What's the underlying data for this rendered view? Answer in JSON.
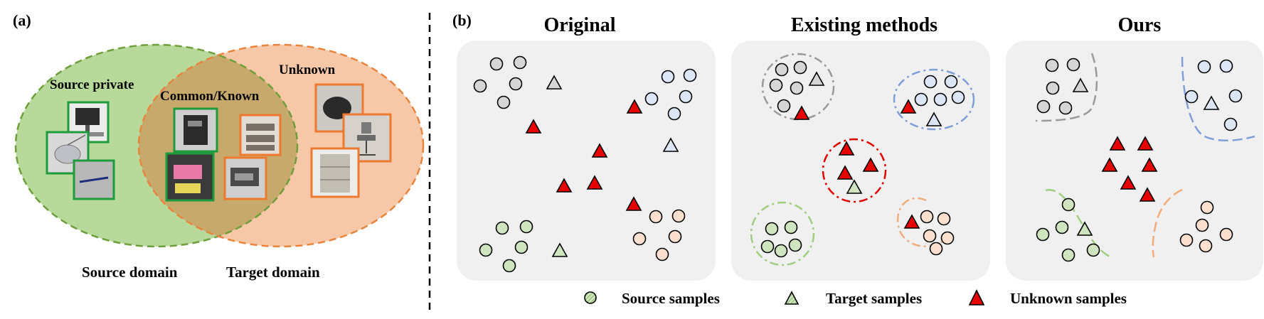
{
  "panel_a": {
    "tag": "(a)",
    "source_private": "Source private",
    "common_known": "Common/Known",
    "unknown": "Unknown",
    "source_domain": "Source domain",
    "target_domain": "Target domain",
    "colors": {
      "source_fill": "#b7d99a",
      "source_stroke": "#6f9f3a",
      "target_fill": "#f7c8a8",
      "target_stroke": "#e8843c",
      "overlap_fill": "#c6a96b",
      "green_frame": "#1f9a3c",
      "orange_frame": "#ee7a30"
    }
  },
  "panel_b": {
    "tag": "(b)",
    "titles": [
      "Original",
      "Existing methods",
      "Ours"
    ],
    "legend": {
      "source": "Source samples",
      "target": "Target samples",
      "unknown": "Unknown samples"
    },
    "colors": {
      "panel_bg": "#f0f0f0",
      "gray": "#d6d6d6",
      "blue": "#dde6f5",
      "green": "#cfe5c0",
      "peach": "#fbe0cf",
      "red": "#e60000",
      "dash_gray": "#9a9a9a",
      "dash_blue": "#7f9fd8",
      "dash_green": "#9fcf7f",
      "dash_peach": "#f2ac7c",
      "dash_red": "#e00000"
    }
  }
}
